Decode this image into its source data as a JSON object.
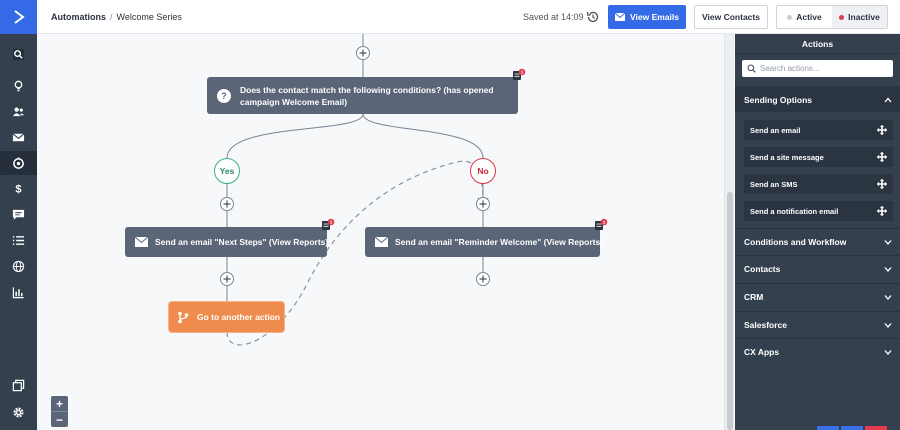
{
  "header": {
    "breadcrumb_root": "Automations",
    "breadcrumb_sep": "/",
    "breadcrumb_current": "Welcome Series",
    "saved_text": "Saved at 14:09",
    "view_emails_label": "View Emails",
    "view_contacts_label": "View Contacts",
    "status_active_label": "Active",
    "status_inactive_label": "Inactive",
    "active_selected": false
  },
  "colors": {
    "brand_blue": "#356ae6",
    "nav_bg": "#35404f",
    "node_bg": "#5a6577",
    "goto_bg": "#ef8b4c",
    "yes_green": "#35b389",
    "no_red": "#d9364b",
    "badge_red": "#e23b4d"
  },
  "leftnav": {
    "icons": [
      "search-icon",
      "lightbulb-icon",
      "contacts-icon",
      "email-icon",
      "automations-icon",
      "dollar-icon",
      "messages-icon",
      "lists-icon",
      "globe-icon",
      "reports-icon",
      "pages-icon",
      "settings-icon"
    ],
    "active": "automations-icon"
  },
  "flow": {
    "condition_text": "Does the contact match the following conditions? (has opened campaign Welcome Email)",
    "yes_label": "Yes",
    "no_label": "No",
    "email1_text": "Send an email \"Next Steps\" (View Reports)",
    "email2_text": "Send an email \"Reminder Welcome\" (View Reports)",
    "goto_text": "Go to another action",
    "badge_count": "1"
  },
  "zoom": {
    "in_label": "+",
    "out_label": "−"
  },
  "panel": {
    "title": "Actions",
    "search_placeholder": "Search actions...",
    "sections": [
      {
        "label": "Sending Options",
        "expanded": true
      },
      {
        "label": "Conditions and Workflow",
        "expanded": false
      },
      {
        "label": "Contacts",
        "expanded": false
      },
      {
        "label": "CRM",
        "expanded": false
      },
      {
        "label": "Salesforce",
        "expanded": false
      },
      {
        "label": "CX Apps",
        "expanded": false
      }
    ],
    "sending_actions": [
      "Send an email",
      "Send a site message",
      "Send an SMS",
      "Send a notification email"
    ]
  }
}
